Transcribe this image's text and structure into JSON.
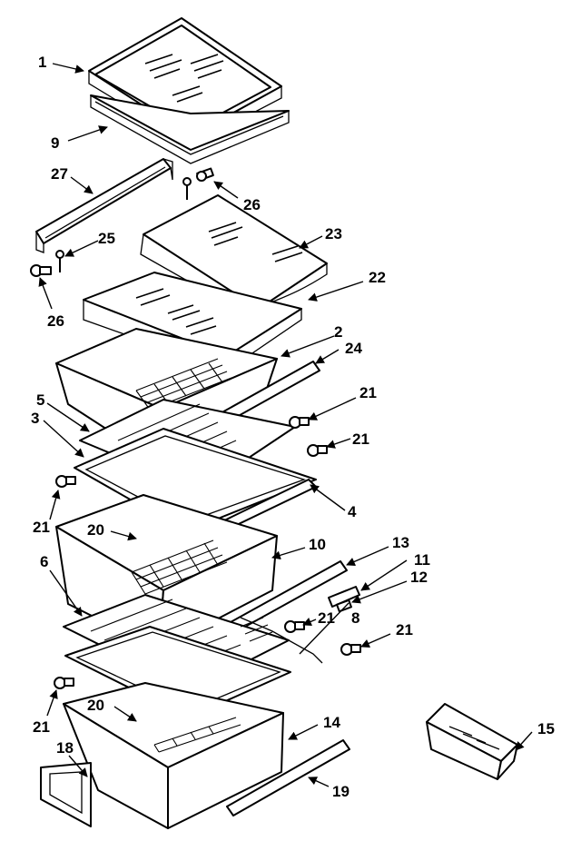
{
  "callouts": {
    "c1": "1",
    "c9": "9",
    "c27": "27",
    "c26a": "26",
    "c25": "25",
    "c26b": "26",
    "c23": "23",
    "c22": "22",
    "c2": "2",
    "c24": "24",
    "c21a": "21",
    "c5": "5",
    "c3": "3",
    "c21b": "21",
    "c21c": "21",
    "c4": "4",
    "c20a": "20",
    "c10": "10",
    "c13": "13",
    "c11": "11",
    "c12": "12",
    "c6": "6",
    "c21d": "21",
    "c8": "8",
    "c21e": "21",
    "c21f": "21",
    "c20b": "20",
    "c14": "14",
    "c15": "15",
    "c18": "18",
    "c19": "19"
  }
}
